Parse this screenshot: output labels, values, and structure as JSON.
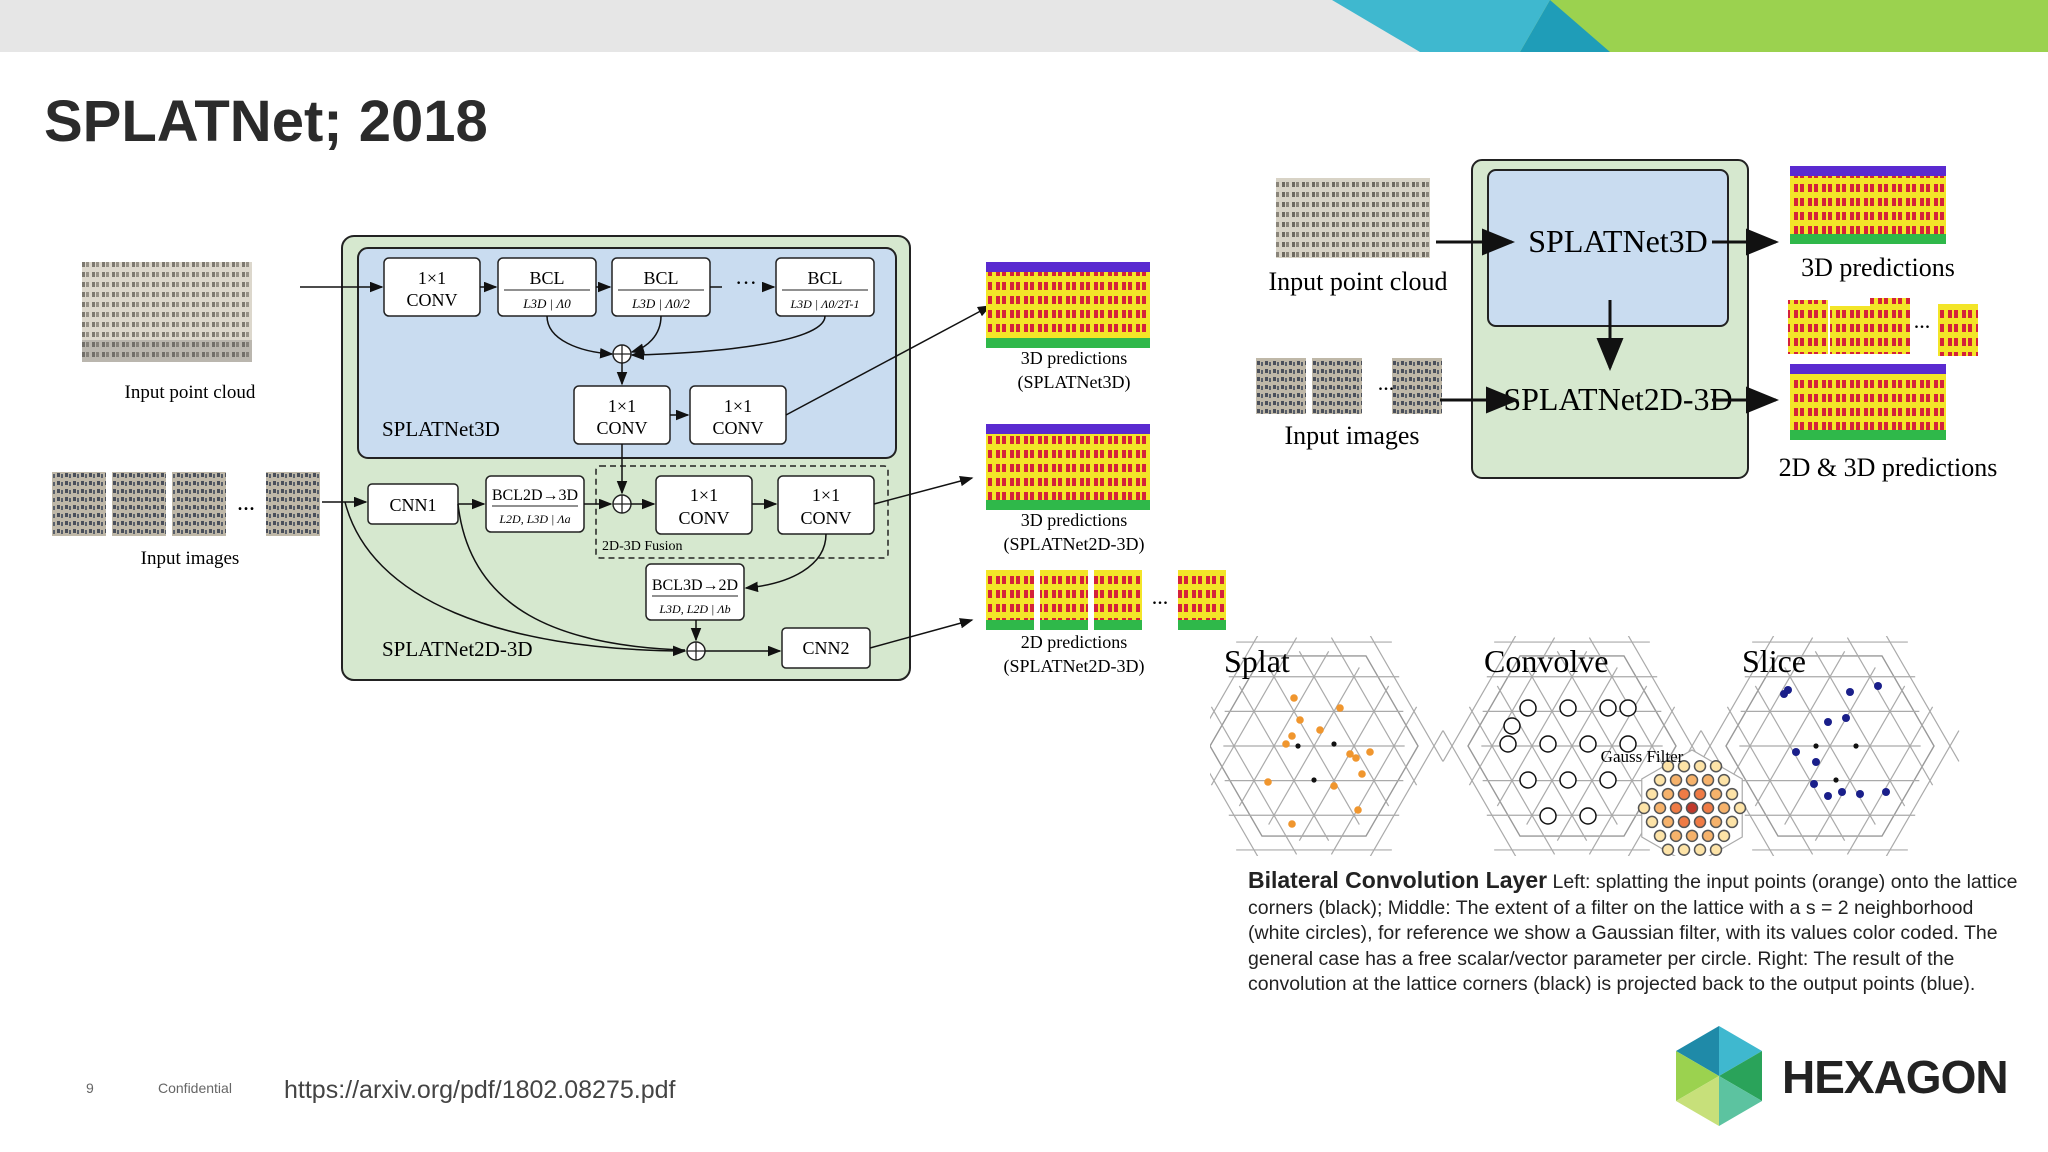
{
  "slide": {
    "title": "SPLATNet; 2018",
    "page_number": "9",
    "confidential": "Confidential",
    "url": "https://arxiv.org/pdf/1802.08275.pdf",
    "brand": "HEXAGON",
    "colors": {
      "accent_teal": "#3fb8cf",
      "accent_green": "#9bd24f",
      "topbar": "#e6e6e6",
      "blue_block": "#c9dcf0",
      "green_block": "#d6e8cf"
    }
  },
  "left_diagram": {
    "input_point_cloud": "Input point cloud",
    "input_images": "Input images",
    "ellipsis": "...",
    "conv1_line1": "1×1",
    "conv1_line2": "CONV",
    "bcl1_title": "BCL",
    "bcl1_sub": "L3D | Λ0",
    "bcl2_title": "BCL",
    "bcl2_sub": "L3D | Λ0/2",
    "bcl3_title": "BCL",
    "bcl3_sub": "L3D | Λ0/2T-1",
    "dots": "···",
    "conv2_line1": "1×1",
    "conv2_line2": "CONV",
    "conv3_line1": "1×1",
    "conv3_line2": "CONV",
    "splatnet3d_label": "SPLATNet3D",
    "cnn1": "CNN1",
    "bcl_2d3d_title": "BCL2D→3D",
    "bcl_2d3d_sub": "L2D, L3D | Λa",
    "conv4_line1": "1×1",
    "conv4_line2": "CONV",
    "conv5_line1": "1×1",
    "conv5_line2": "CONV",
    "fusion_label": "2D-3D Fusion",
    "bcl_3d2d_title": "BCL3D→2D",
    "bcl_3d2d_sub": "L3D, L2D | Λb",
    "cnn2": "CNN2",
    "splatnet2d3d_label": "SPLATNet2D-3D",
    "pred1_line1": "3D predictions",
    "pred1_line2": "(SPLATNet3D)",
    "pred2_line1": "3D predictions",
    "pred2_line2": "(SPLATNet2D-3D)",
    "pred3_line1": "2D predictions",
    "pred3_line2": "(SPLATNet2D-3D)"
  },
  "right_diagram": {
    "input_point_cloud": "Input point cloud",
    "input_images": "Input images",
    "splatnet3d": "SPLATNet3D",
    "splatnet2d3d": "SPLATNet2D-3D",
    "pred_3d": "3D predictions",
    "pred_2d3d": "2D & 3D predictions",
    "ellipsis": "..."
  },
  "lattice_figure": {
    "splat_label": "Splat",
    "convolve_label": "Convolve",
    "slice_label": "Slice",
    "gauss_label": "Gauss Filter"
  },
  "caption": {
    "heading": "Bilateral Convolution Layer",
    "body": " Left: splatting the input points (orange) onto the lattice corners (black); Middle: The extent of a filter on the lattice with a s = 2 neighborhood (white circles), for reference we show a Gaussian filter, with its values color coded. The general case has a free scalar/vector parameter per circle. Right: The result of the convolution at the lattice corners (black) is projected back to the output points (blue)."
  }
}
